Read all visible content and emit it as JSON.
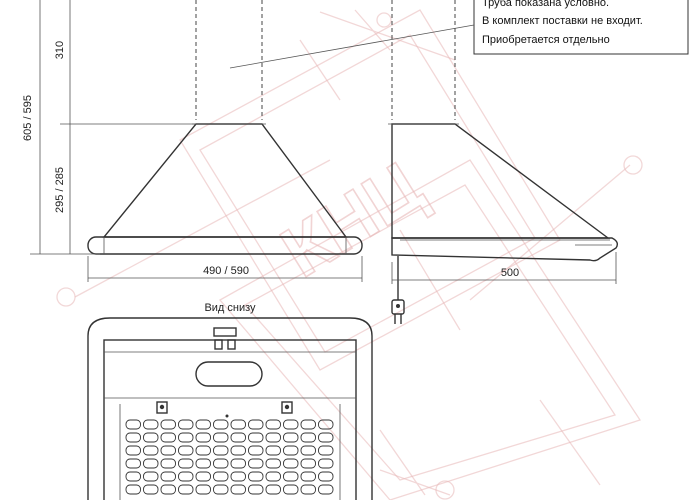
{
  "note": {
    "line1": "Труба показана условно.",
    "line2": "В комплект поставки не входит.",
    "line3": "Приобретается отдельно"
  },
  "dimensions": {
    "height_total": "605 / 595",
    "height_pipe": "310",
    "height_body": "295 / 285",
    "width_front": "490 / 590",
    "depth_side": "500"
  },
  "views": {
    "bottom_view_label": "Вид снизу"
  },
  "watermark": {
    "text": "КНЦ",
    "color": "#e8b8b8"
  }
}
